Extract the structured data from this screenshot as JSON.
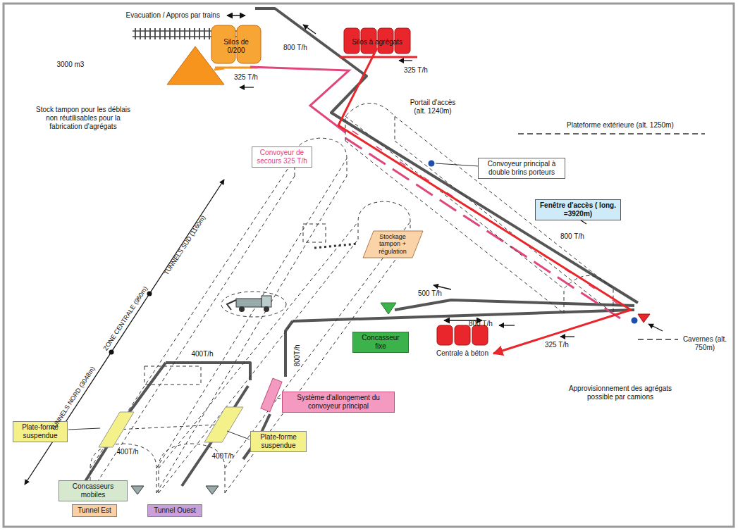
{
  "diagram": {
    "nodes": [
      {
        "text": [
          "Silos de 0/200"
        ]
      },
      {
        "text": [
          "Silos à agrégats"
        ]
      },
      {
        "text": [
          "Convoyeur de secours 325 T/h"
        ]
      },
      {
        "text": [
          "Convoyeur principal à double brins porteurs"
        ]
      },
      {
        "text": [
          "Fenêtre d'accès ( long. =3920m)"
        ]
      },
      {
        "text": [
          "Stockage tampon + régulation"
        ]
      },
      {
        "text": [
          "Concasseur fixe"
        ]
      },
      {
        "text": [
          "Centrale à béton"
        ]
      },
      {
        "text": [
          "Système d'allongement du convoyeur principal"
        ]
      },
      {
        "text": [
          "Plate-forme suspendue"
        ]
      },
      {
        "text": [
          "Plate-forme suspendue"
        ]
      },
      {
        "text": [
          "Concasseurs mobiles"
        ]
      },
      {
        "text": [
          "Tunnel Est"
        ]
      },
      {
        "text": [
          "Tunnel Ouest"
        ]
      }
    ],
    "edges": [
      {
        "from": 1,
        "to": 7,
        "arrow": "to",
        "label": "325 T/h"
      }
    ],
    "labels": [
      "Evacuation / Appros par trains",
      "3000 m3",
      "Stock tampon pour les déblais non réutilisables pour la fabrication d'agrégats",
      "800 T/h",
      "325 T/h",
      "Portail d'accès (alt. 1240m)",
      "Plateforme extérieure (alt. 1250m)",
      "800 T/h",
      "TUNNELS SUD (1160m)",
      "ZONE CENTRALE (960m)",
      "TUNNELS NORD (3048m)",
      "500 T/h",
      "800 T/h",
      "Cavernes (alt. 750m)",
      "Approvisionnement des agrégats possible par camions",
      "800T/h",
      "400T/h",
      "400T/h",
      "400T/h",
      "325 T/h"
    ]
  }
}
